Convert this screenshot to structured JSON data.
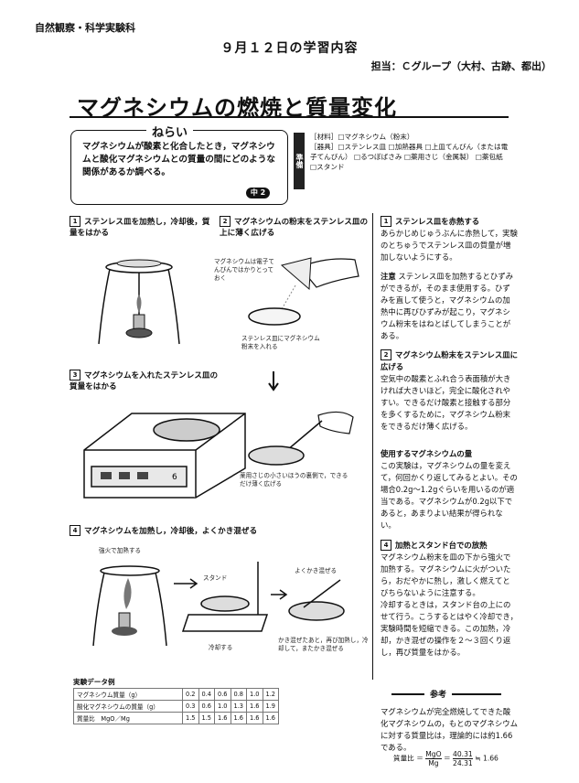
{
  "header": {
    "course": "自然観察・科学実験科",
    "date_title": "９月１２日の学習内容",
    "staff": "担当：Ｃグループ（大村、古跡、都出）"
  },
  "title": "マグネシウムの燃焼と質量変化",
  "aim": {
    "label": "ねらい",
    "text": "マグネシウムが酸素と化合したとき，マグネシウムと酸化マグネシウムとの質量の間にどのような関係があるか調べる。",
    "badge": "中 2"
  },
  "prep": {
    "label": "準備",
    "materials": "［材料］□マグネシウム（粉末）",
    "tools": "［器具］□ステンレス皿 □加熱器具 □上皿てんびん（または電子てんびん） □るつぼばさみ □薬用さじ（金属製） □薬包紙 □スタンド"
  },
  "steps": {
    "s1": {
      "num": "1",
      "label": "ステンレス皿を加熱し，冷却後，質量をはかる"
    },
    "s2": {
      "num": "2",
      "label": "マグネシウムの粉末をステンレス皿の上に薄く広げる",
      "note1": "マグネシウムは電子てんびんではかりとっておく",
      "note2": "ステンレス皿にマグネシウム粉末を入れる"
    },
    "s3": {
      "num": "3",
      "label": "マグネシウムを入れたステンレス皿の質量をはかる",
      "display": "6",
      "note": "薬用さじの小さいほうの裏側で，できるだけ薄く広げる"
    },
    "s4": {
      "num": "4",
      "label": "マグネシウムを加熱し，冷却後，よくかき混ぜる",
      "fire": "強火で加熱する",
      "stand": "スタンド",
      "mix": "よくかき混ぜる",
      "cool": "冷却する",
      "note": "かき混ぜたあと，再び加熱し，冷却して，またかき混ぜる"
    }
  },
  "data_table": {
    "title": "実験データ例",
    "rows": [
      {
        "label": "マグネシウム質量（g）",
        "values": [
          "0.2",
          "0.4",
          "0.6",
          "0.8",
          "1.0",
          "1.2"
        ]
      },
      {
        "label": "酸化マグネシウムの質量（g）",
        "values": [
          "0.3",
          "0.6",
          "1.0",
          "1.3",
          "1.6",
          "1.9"
        ]
      },
      {
        "label": "質量比　MgO／Mg",
        "values": [
          "1.5",
          "1.5",
          "1.6",
          "1.6",
          "1.6",
          "1.6"
        ]
      }
    ]
  },
  "side": {
    "r1": {
      "num": "1",
      "head": "ステンレス皿を赤熱する",
      "body": "あらかじめじゅうぶんに赤熱して，実験のとちゅうでステンレス皿の質量が増加しないようにする。"
    },
    "caution": {
      "head": "注意",
      "body": "ステンレス皿を加熱するとひずみができるが，そのまま使用する。ひずみを直して使うと，マグネシウムの加熱中に再びひずみが起こり，マグネシウム粉末をはねとばしてしまうことがある。"
    },
    "r2": {
      "num": "2",
      "head": "マグネシウム粉末をステンレス皿に広げる",
      "body": "空気中の酸素とふれ合う表面積が大きければ大きいほど，完全に酸化されやすい。できるだけ酸素と接触する部分を多くするために，マグネシウム粉末をできるだけ薄く広げる。"
    },
    "amount": {
      "head": "使用するマグネシウムの量",
      "body": "この実験は，マグネシウムの量を変えて，何回かくり返してみるとよい。その場合0.2g～1.2gぐらいを用いるのが適当である。マグネシウムが0.2g以下であると，あまりよい結果が得られない。"
    },
    "r4": {
      "num": "4",
      "head": "加熱とスタンド台での放熱",
      "body": "マグネシウム粉末を皿の下から強火で加熱する。マグネシウムに火がついたら，おだやかに熱し，激しく燃えてとびちらないように注意する。",
      "body2": "冷却するときは，スタンド台の上にのせて行う。こうするとはやく冷却でき，実験時間を短縮できる。この加熱，冷却，かき混ぜの操作を２～３回くり返し，再び質量をはかる。"
    },
    "ref": {
      "head": "参考",
      "body": "マグネシウムが完全燃焼してできた酸化マグネシウムの，もとのマグネシウムに対する質量比は，理論的には約1.66である。",
      "ratio_label": "質量比",
      "frac1_top": "MgO",
      "frac1_bot": "Mg",
      "frac2_top": "40.31",
      "frac2_bot": "24.31",
      "result": "1.66"
    }
  }
}
